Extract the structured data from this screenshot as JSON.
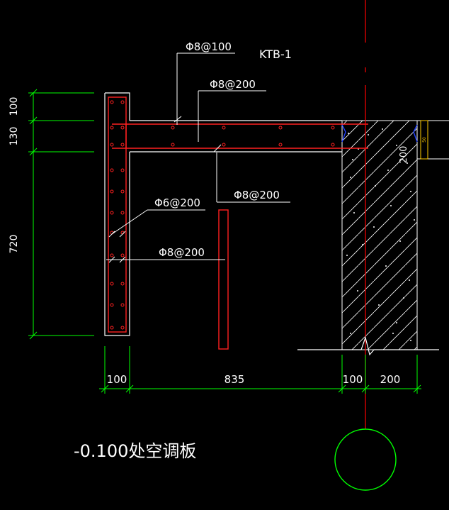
{
  "drawing": {
    "title_label": "-0.100处空调板",
    "member_label": "KTB-1"
  },
  "rebar_labels": {
    "top_main": "Φ8@100",
    "top_dist": "Φ8@200",
    "bottom": "Φ8@200",
    "upstand_stirrup": "Φ6@200",
    "upstand_vertical": "Φ8@200"
  },
  "dimensions": {
    "left": [
      "100",
      "130",
      "720"
    ],
    "bottom": [
      "100",
      "835",
      "100",
      "200"
    ],
    "wall_side": "200",
    "small_mark": "50"
  },
  "colors": {
    "background": "#000000",
    "rebar": "#ff2020",
    "dimension": "#00ff00",
    "text": "#ffffff",
    "leader": "#ffffff",
    "axis": "#ff0000",
    "grid_bubble": "#00ff00",
    "break_mark": "#2040ff"
  }
}
